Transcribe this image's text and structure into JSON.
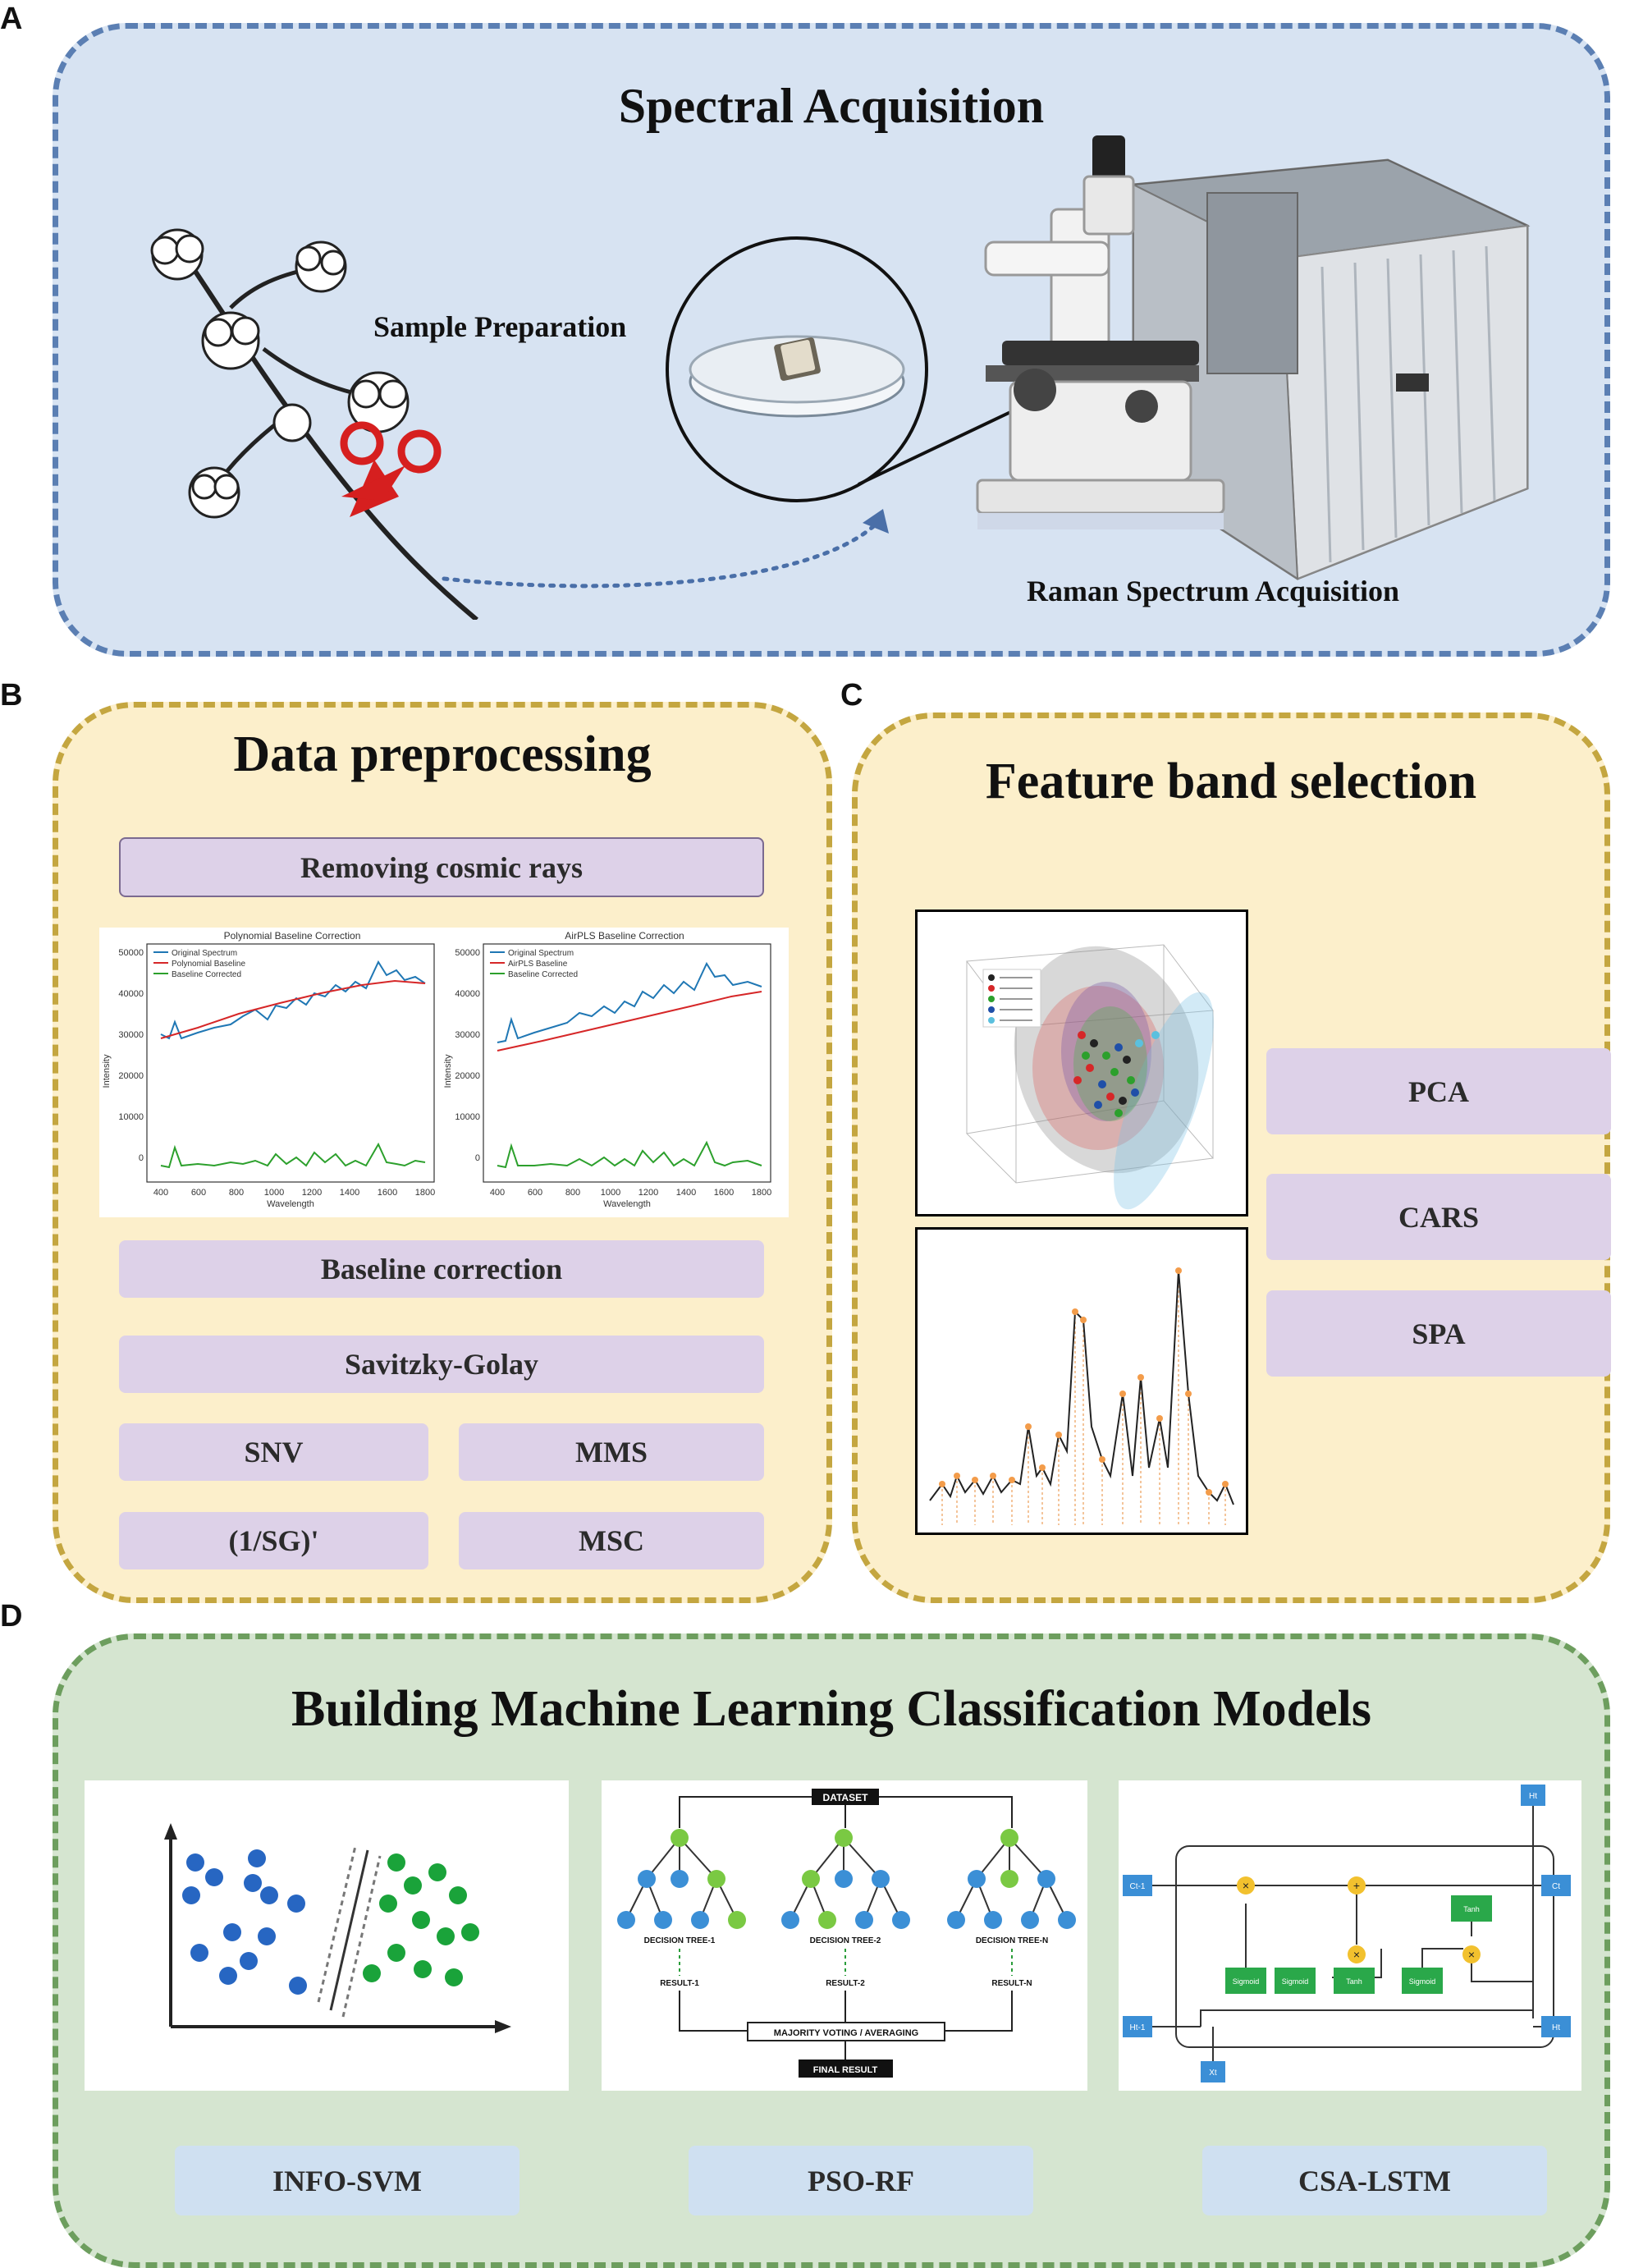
{
  "panels": {
    "a": {
      "letter": "A",
      "title": "Spectral Acquisition",
      "sample_label": "Sample Preparation",
      "raman_label": "Raman Spectrum Acquisition"
    },
    "b": {
      "letter": "B",
      "title": "Data preprocessing",
      "steps": {
        "cosmic": "Removing cosmic rays",
        "baseline": "Baseline correction",
        "sg": "Savitzky-Golay",
        "snv": "SNV",
        "mms": "MMS",
        "sg_deriv": "(1/SG)'",
        "msc": "MSC"
      },
      "charts": {
        "left": {
          "title": "Polynomial Baseline Correction",
          "legend": [
            "Original Spectrum",
            "Polynomial Baseline",
            "Baseline Corrected"
          ],
          "ylabel": "Intensity",
          "xlabel": "Wavelength",
          "yticks": [
            "50000",
            "40000",
            "30000",
            "20000",
            "10000",
            "0"
          ],
          "xticks": [
            "400",
            "600",
            "800",
            "1000",
            "1200",
            "1400",
            "1600",
            "1800"
          ]
        },
        "right": {
          "title": "AirPLS Baseline Correction",
          "legend": [
            "Original Spectrum",
            "AirPLS Baseline",
            "Baseline Corrected"
          ],
          "ylabel": "Intensity",
          "xlabel": "Wavelength",
          "yticks": [
            "50000",
            "40000",
            "30000",
            "20000",
            "10000",
            "0"
          ],
          "xticks": [
            "400",
            "600",
            "800",
            "1000",
            "1200",
            "1400",
            "1600",
            "1800"
          ]
        }
      }
    },
    "c": {
      "letter": "C",
      "title": "Feature band selection",
      "methods": [
        "PCA",
        "CARS",
        "SPA"
      ]
    },
    "d": {
      "letter": "D",
      "title": "Building Machine Learning Classification Models",
      "models": [
        "INFO-SVM",
        "PSO-RF",
        "CSA-LSTM"
      ],
      "rf": {
        "dataset": "DATASET",
        "trees": [
          "DECISION TREE-1",
          "DECISION TREE-2",
          "DECISION TREE-N"
        ],
        "results": [
          "RESULT-1",
          "RESULT-2",
          "RESULT-N"
        ],
        "vote": "MAJORITY VOTING / AVERAGING",
        "final": "FINAL RESULT"
      },
      "lstm": {
        "ct_prev": "Ct-1",
        "ct": "Ct",
        "ht_prev": "Ht-1",
        "ht": "Ht",
        "xt": "Xt",
        "ht_top": "Ht",
        "gates": [
          "Sigmoid",
          "Sigmoid",
          "Tanh",
          "Sigmoid"
        ],
        "tanh_out": "Tanh"
      }
    }
  },
  "colors": {
    "panel_a_bg": "#d7e3f2",
    "panel_a_border": "#5b7fb3",
    "panel_bc_bg": "#fcefcb",
    "panel_bc_border": "#c4a640",
    "panel_d_bg": "#d5e5d0",
    "panel_d_border": "#6d9e5e",
    "pill_purple": "#ddd1e8",
    "pill_blue": "#cfe0f1"
  }
}
